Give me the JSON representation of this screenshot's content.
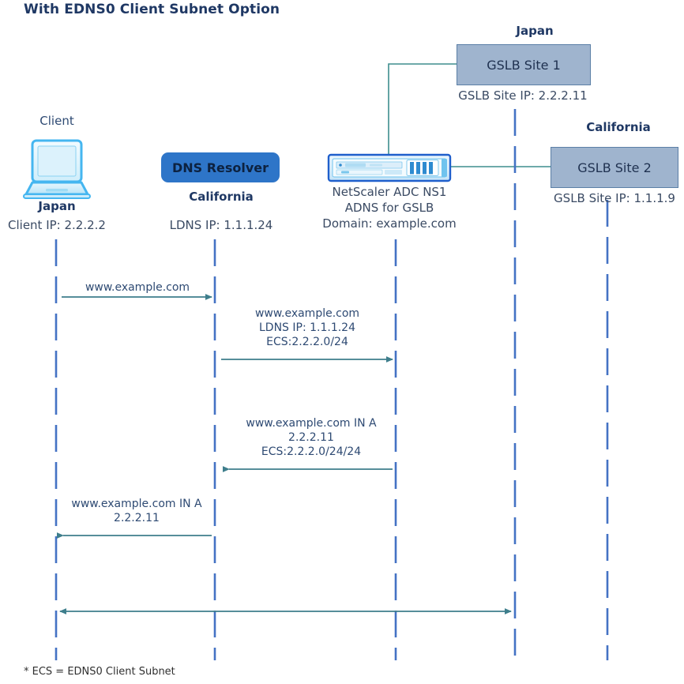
{
  "title": "With EDNS0 Client Subnet Option",
  "footnote": "* ECS = EDNS0 Client Subnet",
  "colors": {
    "title_text": "#1F3864",
    "gslb_box_fill": "#9FB4CE",
    "gslb_box_border": "#5B7FA6",
    "resolver_fill": "#2E75C8",
    "lifeline": "#4472C4",
    "arrow": "#3E7E8C",
    "link_line": "#3E8E8E",
    "laptop_blue": "#45B6F0"
  },
  "actors": {
    "client": {
      "name": "Client",
      "icon": "laptop-icon",
      "region": "Japan",
      "ip": "Client IP: 2.2.2.2"
    },
    "resolver": {
      "name": "DNS Resolver",
      "region": "California",
      "ip": "LDNS IP: 1.1.1.24"
    },
    "netscaler": {
      "icon": "appliance-icon",
      "line1": "NetScaler ADC NS1",
      "line2": "ADNS for GSLB",
      "line3": "Domain: example.com"
    },
    "gslb_site_1": {
      "region": "Japan",
      "name": "GSLB Site 1",
      "ip": "GSLB Site IP: 2.2.2.11"
    },
    "gslb_site_2": {
      "region": "California",
      "name": "GSLB Site 2",
      "ip": "GSLB Site IP: 1.1.1.9"
    }
  },
  "messages": [
    {
      "id": "msg-1",
      "direction": "right",
      "lines": [
        "www.example.com"
      ]
    },
    {
      "id": "msg-2",
      "direction": "right",
      "lines": [
        "www.example.com",
        "LDNS IP: 1.1.1.24",
        "ECS:2.2.2.0/24"
      ]
    },
    {
      "id": "msg-3",
      "direction": "left",
      "lines": [
        "www.example.com IN A",
        "2.2.2.11",
        "ECS:2.2.2.0/24/24"
      ]
    },
    {
      "id": "msg-4",
      "direction": "left",
      "lines": [
        "www.example.com IN A",
        "2.2.2.11"
      ]
    },
    {
      "id": "msg-5",
      "direction": "both",
      "lines": []
    }
  ],
  "msg1": {
    "l1": "www.example.com"
  },
  "msg2": {
    "l1": "www.example.com",
    "l2": "LDNS IP: 1.1.1.24",
    "l3": "ECS:2.2.2.0/24"
  },
  "msg3": {
    "l1": "www.example.com IN A",
    "l2": "2.2.2.11",
    "l3": "ECS:2.2.2.0/24/24"
  },
  "msg4": {
    "l1": "www.example.com IN A",
    "l2": "2.2.2.11"
  }
}
